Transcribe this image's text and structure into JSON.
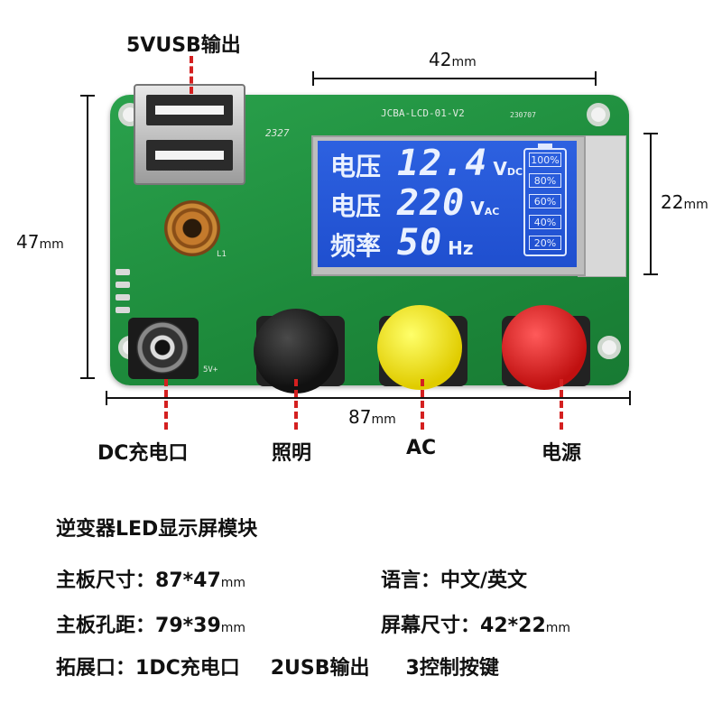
{
  "callouts": {
    "usb": "5VUSB输出",
    "dc": "DC充电口",
    "light": "照明",
    "ac": "AC",
    "power": "电源"
  },
  "dimensions": {
    "screen_width": "42",
    "screen_height": "22",
    "board_width": "87",
    "board_height": "47",
    "unit": "mm"
  },
  "pcb": {
    "model": "JCBA-LCD-01-V2",
    "date_code": "230707",
    "serial": "2327",
    "inductor_ref": "L1",
    "jack_ref": "5V+"
  },
  "lcd": {
    "rows": [
      {
        "label": "电压",
        "value": "12.4",
        "unit": "V",
        "unit_sub": "DC"
      },
      {
        "label": "电压",
        "value": "220",
        "unit": "V",
        "unit_sub": "AC"
      },
      {
        "label": "频率",
        "value": "50",
        "unit": "Hz",
        "unit_sub": ""
      }
    ],
    "battery_levels": [
      "100%",
      "80%",
      "60%",
      "40%",
      "20%"
    ]
  },
  "specs": {
    "title": "逆变器LED显示屏模块",
    "board_size": {
      "label": "主板尺寸：",
      "value": "87*47",
      "unit": "mm"
    },
    "language": {
      "label": "语言：",
      "value": "中文/英文"
    },
    "hole_spacing": {
      "label": "主板孔距：",
      "value": "79*39",
      "unit": "mm"
    },
    "screen_size": {
      "label": "屏幕尺寸：",
      "value": "42*22",
      "unit": "mm"
    },
    "ports": {
      "label": "拓展口：",
      "items": [
        "1DC充电口",
        "2USB输出",
        "3控制按键"
      ]
    }
  },
  "colors": {
    "pcb": "#1d8a3b",
    "lcd": "#1f4fcf",
    "callout_dash": "#d42020",
    "button_black": "#111111",
    "button_yellow": "#e0cc00",
    "button_red": "#c01010"
  }
}
